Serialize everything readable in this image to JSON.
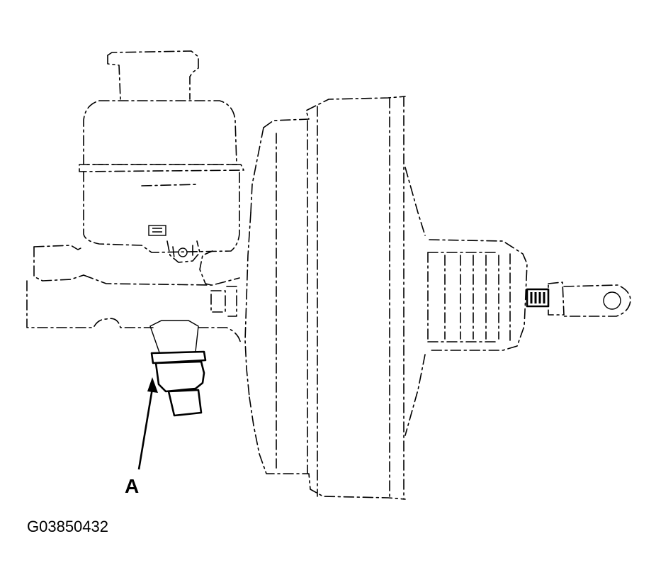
{
  "callouts": [
    {
      "letter": "A",
      "target": "pressure-sensor"
    }
  ],
  "figure_id": "G03850432",
  "colors": {
    "ink": "#000000",
    "paper": "#ffffff"
  }
}
